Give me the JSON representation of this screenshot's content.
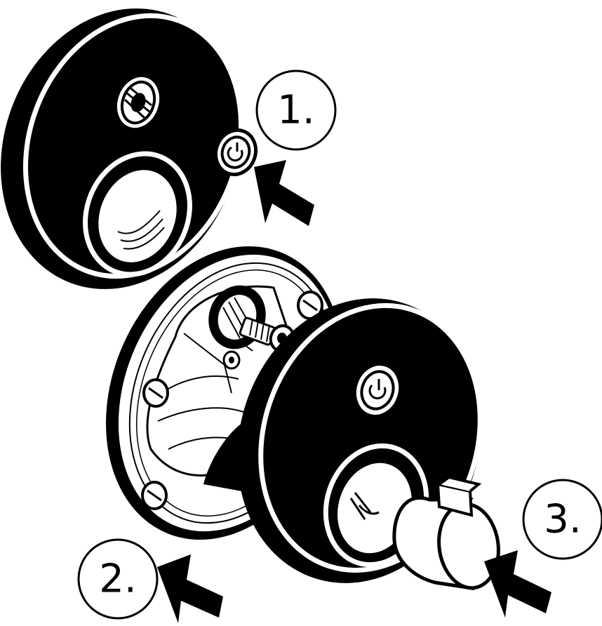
{
  "steps": [
    {
      "id": "1",
      "label": "1."
    },
    {
      "id": "2",
      "label": "2."
    },
    {
      "id": "3",
      "label": "3."
    }
  ],
  "colors": {
    "ink": "#000000",
    "paper": "#ffffff",
    "mid": "#bdbdbd"
  },
  "icons": [
    "power-button-icon",
    "push-arrow-icon"
  ]
}
